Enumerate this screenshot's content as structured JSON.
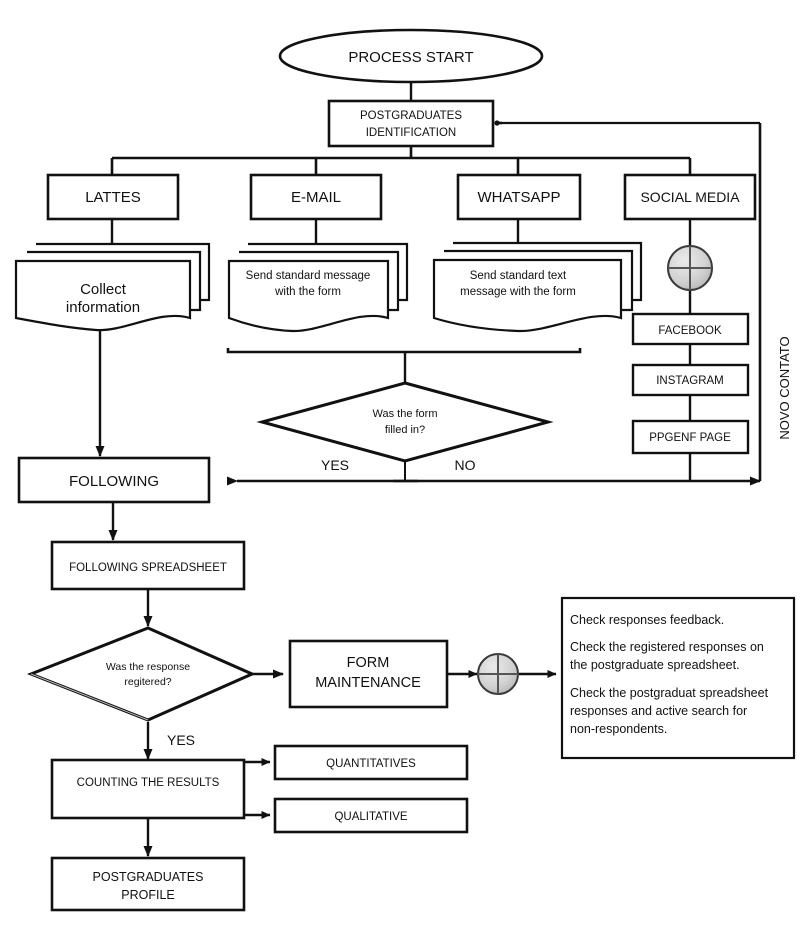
{
  "diagram": {
    "title": "Postgraduates data collection process flowchart",
    "type": "flowchart",
    "colors": {
      "stroke": "#111111",
      "fill": "#ffffff",
      "connector_fill": "#c9c9c9",
      "background": "#ffffff"
    }
  },
  "nodes": {
    "start": {
      "label": "PROCESS START",
      "shape": "ellipse"
    },
    "identification": {
      "line1": "POSTGRADUATES",
      "line2": "IDENTIFICATION",
      "shape": "process"
    },
    "lattes": {
      "label": "LATTES",
      "shape": "process"
    },
    "email": {
      "label": "E-MAIL",
      "shape": "process"
    },
    "whatsapp": {
      "label": "WHATSAPP",
      "shape": "process"
    },
    "social_media": {
      "label": "SOCIAL MEDIA",
      "shape": "process"
    },
    "collect": {
      "line1": "Collect",
      "line2": "information",
      "shape": "multidocument"
    },
    "send_email": {
      "line1": "Send standard message",
      "line2": "with the form",
      "shape": "multidocument"
    },
    "send_whatsapp": {
      "line1": "Send standard text",
      "line2": "message with the form",
      "shape": "multidocument"
    },
    "facebook": {
      "label": "FACEBOOK",
      "shape": "process"
    },
    "instagram": {
      "label": "INSTAGRAM",
      "shape": "process"
    },
    "ppgenf": {
      "label": "PPGENF PAGE",
      "shape": "process"
    },
    "decision_form": {
      "line1": "Was the form",
      "line2": "filled in?",
      "shape": "decision"
    },
    "following": {
      "label": "FOLLOWING",
      "shape": "process"
    },
    "following_spreadsheet": {
      "label": "FOLLOWING SPREADSHEET",
      "shape": "process"
    },
    "decision_response": {
      "line1": "Was the response",
      "line2": "regitered?",
      "shape": "decision"
    },
    "form_maintenance": {
      "line1": "FORM",
      "line2": "MAINTENANCE",
      "shape": "process"
    },
    "counting": {
      "label": "COUNTING THE RESULTS",
      "shape": "process"
    },
    "quantitatives": {
      "label": "QUANTITATIVES",
      "shape": "process"
    },
    "qualitative": {
      "label": "QUALITATIVE",
      "shape": "process"
    },
    "profile": {
      "line1": "POSTGRADUATES",
      "line2": "PROFILE",
      "shape": "process"
    },
    "note": {
      "shape": "note",
      "lines": [
        "Check responses feedback.",
        "Check the registered responses on",
        "the postgraduate spreadsheet.",
        "Check the postgraduat spreadsheet",
        "responses and active search for",
        "non-respondents."
      ],
      "paragraphs": [
        "Check responses feedback.",
        "Check the registered responses on the postgraduate spreadsheet.",
        "Check the postgraduat spreadsheet responses and active search for non-respondents."
      ]
    }
  },
  "edge_labels": {
    "yes_form": "YES",
    "no_form": "NO",
    "yes_response": "YES",
    "loop_back": "NOVO CONTATO"
  },
  "connectors": {
    "social_junction": "off-page-connector",
    "maintenance_junction": "off-page-connector"
  }
}
